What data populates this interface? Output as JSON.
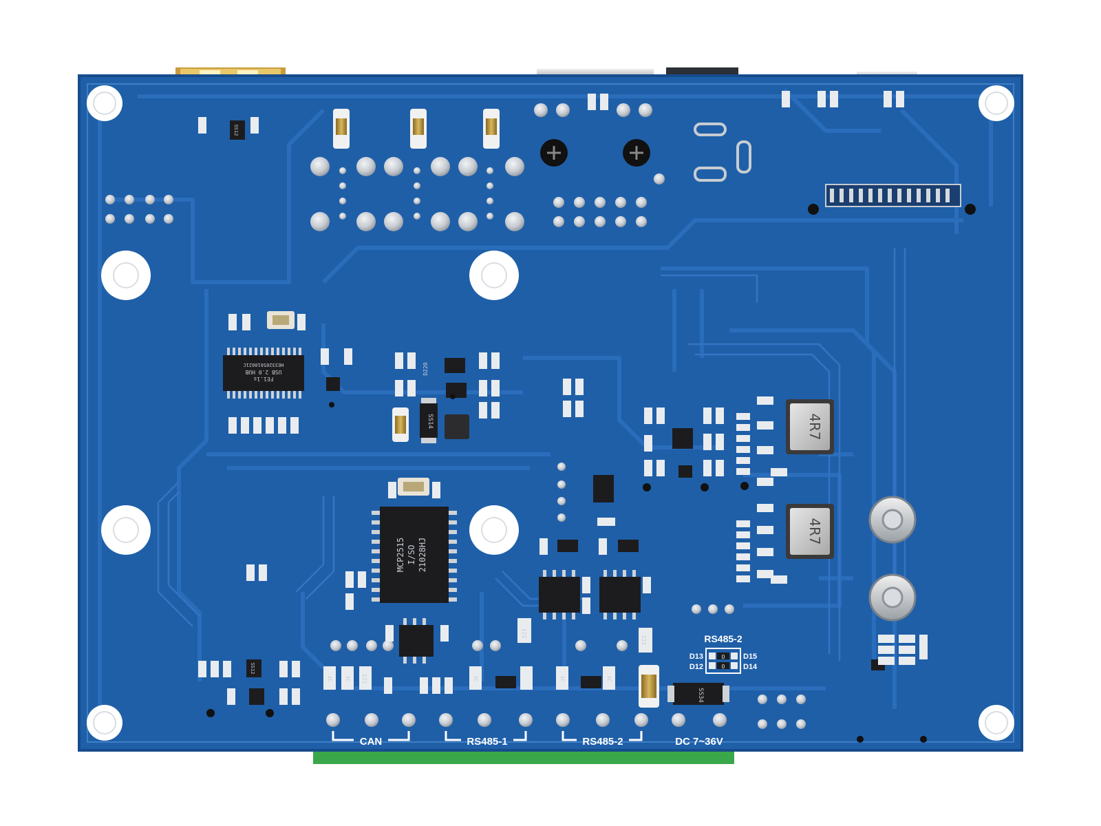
{
  "silkscreen": {
    "can": "CAN",
    "rs485_1": "RS485-1",
    "rs485_2": "RS485-2",
    "dc_input": "DC 7~36V",
    "rs485_2_header": "RS485-2",
    "d13": "D13",
    "d12": "D12",
    "d15": "D15",
    "d14": "D14",
    "zero_a": "0",
    "zero_b": "0"
  },
  "components": {
    "mcp2515_line1": "MCP2515",
    "mcp2515_line2": "I/SO",
    "mcp2515_line3": "21028HJ",
    "usb_hub_line1": "FE1.1s",
    "usb_hub_line2": "USB 2.0 HUB",
    "usb_hub_line3": "HE33205810021C",
    "inductor_1": "4R7",
    "inductor_2": "4R7",
    "diode_ss34": "SS34",
    "diode_ss14": "SS14",
    "ic_ss12_a": "SS12",
    "ic_ss12_b": "SS12",
    "label_121_a": "121",
    "label_121_b": "121",
    "label_121_c": "121",
    "label_d220": "D220",
    "label_jf_1": "JF",
    "label_jf_2": "JF",
    "label_jf_3": "JF",
    "label_jf_4": "JF",
    "label_jf_5": "JF"
  },
  "colors": {
    "board": "#1f5fa8",
    "board_edge": "#164c8c",
    "trace": "#2a6dbb",
    "silkscreen": "#ffffff",
    "chip": "#1c1c1e",
    "pad": "#cfd3d8",
    "gold": "#c8a24a",
    "terminal": "#3aa84a"
  }
}
